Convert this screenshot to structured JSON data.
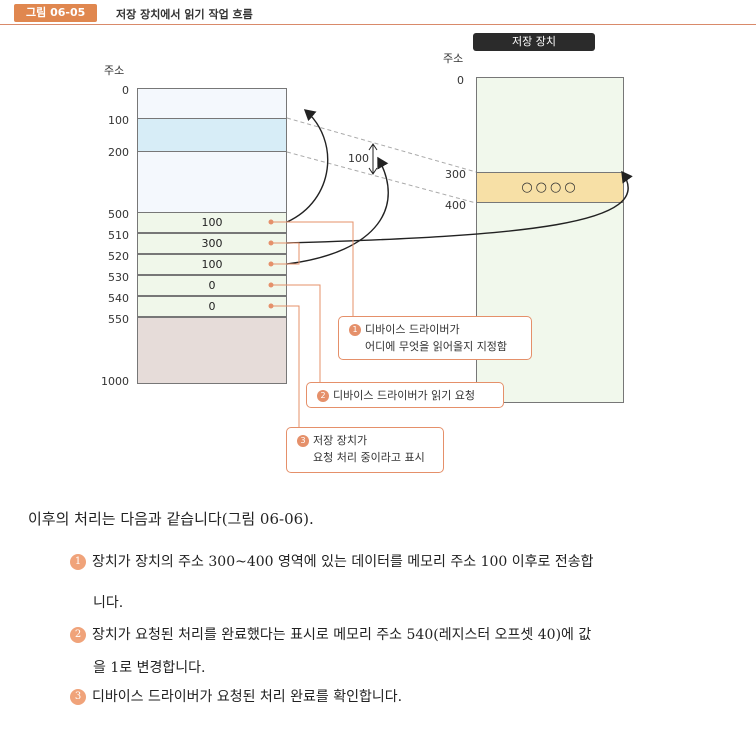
{
  "figure": {
    "number": "그림 06-05",
    "title": "저장 장치에서 읽기 작업 흐름"
  },
  "memory": {
    "address_label": "주소",
    "addresses": [
      "0",
      "100",
      "200",
      "500",
      "510",
      "520",
      "530",
      "540",
      "550",
      "1000"
    ],
    "registers": [
      "100",
      "300",
      "100",
      "0",
      "0"
    ]
  },
  "device": {
    "name": "저장 장치",
    "address_label": "주소",
    "addresses": [
      "0",
      "300",
      "400"
    ],
    "data": "○○○○"
  },
  "size_label": "100",
  "callouts": [
    {
      "num": "1",
      "lines": [
        "디바이스 드라이버가",
        "어디에 무엇을 읽어올지 지정함"
      ]
    },
    {
      "num": "2",
      "lines": [
        "디바이스 드라이버가 읽기 요청"
      ]
    },
    {
      "num": "3",
      "lines": [
        "저장 장치가",
        "요청 처리 중이라고 표시"
      ]
    }
  ],
  "body": {
    "intro": "이후의 처리는 다음과 같습니다(그림 06-06).",
    "items": [
      {
        "num": "1",
        "line1": "장치가 장치의 주소 300~400 영역에 있는 데이터를 메모리 주소 100 이후로 전송합",
        "line2": "니다."
      },
      {
        "num": "2",
        "line1": "장치가 요청된 처리를 완료했다는 표시로 메모리 주소 540(레지스터 오프셋 40)에 값",
        "line2": "을 1로 변경합니다."
      },
      {
        "num": "3",
        "line1": "디바이스 드라이버가 요청된 처리 완료를 확인합니다.",
        "line2": ""
      }
    ]
  }
}
